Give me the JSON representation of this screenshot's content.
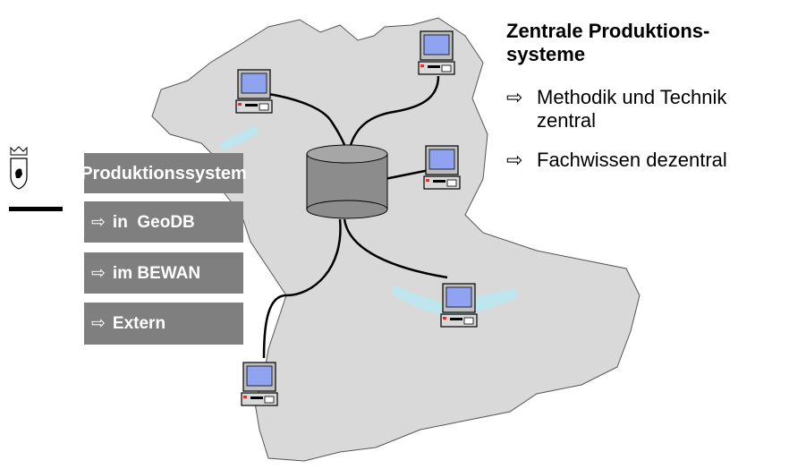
{
  "heading": {
    "line1": "Zentrale Produktions-",
    "line2": "systeme"
  },
  "bullets": [
    {
      "arrow": "⇨",
      "line1": "Methodik und Technik",
      "line2": "zentral"
    },
    {
      "arrow": "⇨",
      "line1": "Fachwissen dezentral"
    }
  ],
  "boxes": [
    {
      "label": "Produktionssystem"
    },
    {
      "arrow": "⇨",
      "label": "in  GeoDB"
    },
    {
      "arrow": "⇨",
      "label": "im BEWAN"
    },
    {
      "arrow": "⇨",
      "label": "Extern"
    }
  ],
  "colors": {
    "map_fill": "#d9d9d9",
    "lake": "#bfe6ee",
    "box": "#7f7f7f",
    "database": "#8c8c8c",
    "screen": "#8fa3f0"
  },
  "icons": [
    "canton-crest-icon",
    "database-icon",
    "computer-icon"
  ]
}
